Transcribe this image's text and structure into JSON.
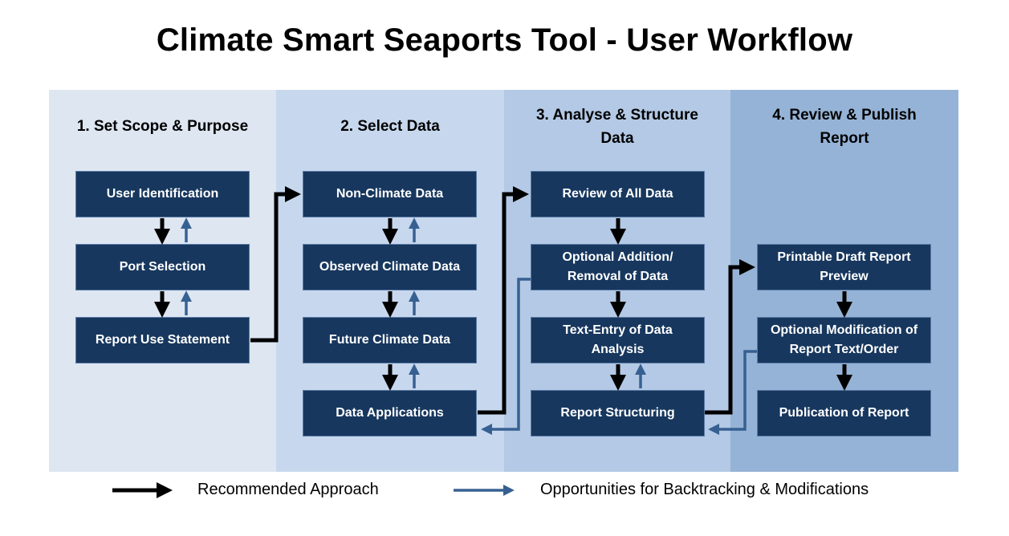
{
  "title": "Climate Smart Seaports Tool - User Workflow",
  "colors": {
    "box": "#17375e",
    "black_arrow": "#000000",
    "blue_arrow": "#376092"
  },
  "stages": [
    {
      "heading": "1. Set Scope & Purpose",
      "boxes": [
        "User Identification",
        "Port Selection",
        "Report Use Statement"
      ]
    },
    {
      "heading": "2. Select Data",
      "boxes": [
        "Non-Climate Data",
        "Observed Climate Data",
        "Future Climate Data",
        "Data Applications"
      ]
    },
    {
      "heading": "3. Analyse & Structure Data",
      "boxes": [
        "Review of All Data",
        "Optional Addition/ Removal of Data",
        "Text-Entry of Data Analysis",
        "Report Structuring"
      ]
    },
    {
      "heading": "4. Review & Publish Report",
      "boxes": [
        "Printable Draft Report Preview",
        "Optional Modification of Report Text/Order",
        "Publication of Report"
      ]
    }
  ],
  "legend": {
    "recommended": "Recommended Approach",
    "backtracking": "Opportunities for Backtracking & Modifications"
  }
}
